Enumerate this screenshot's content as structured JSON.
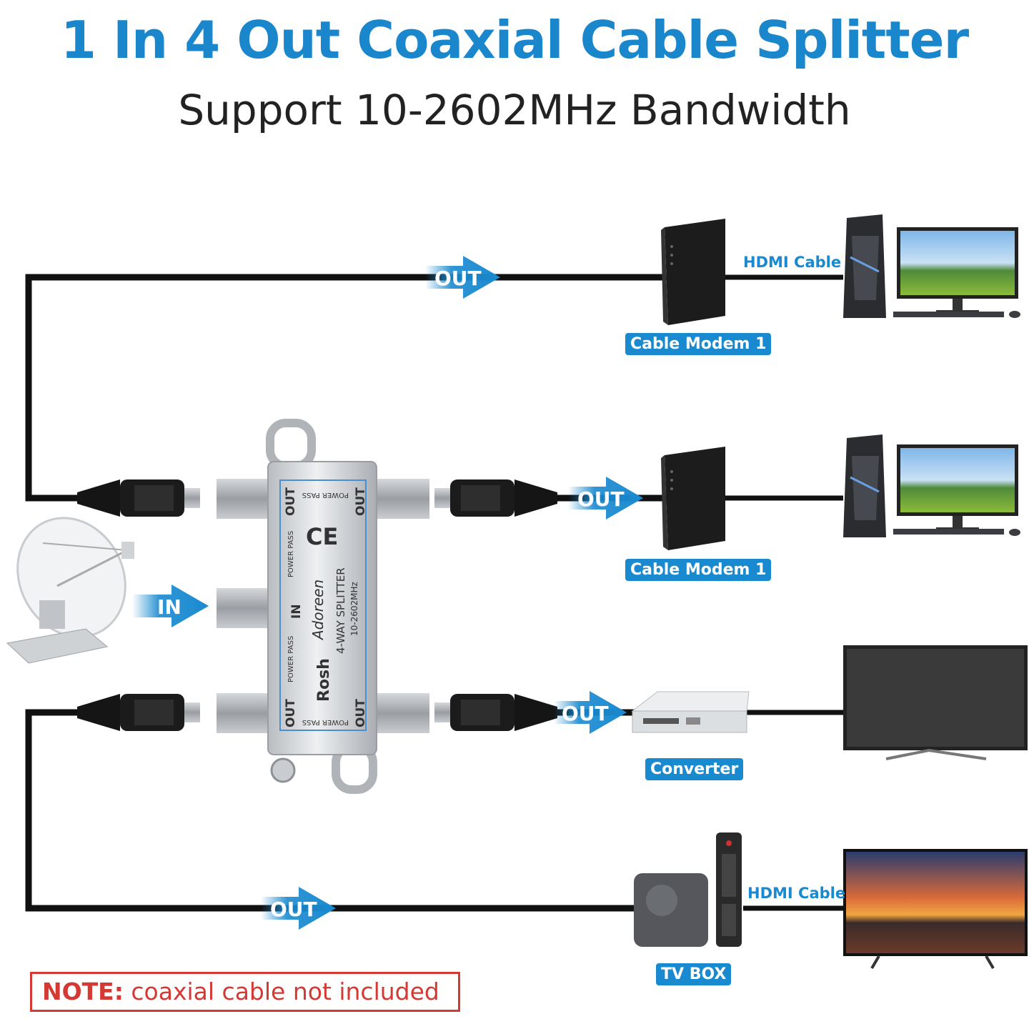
{
  "header": {
    "title": "1 In 4 Out Coaxial Cable Splitter",
    "subtitle": "Support 10-2602MHz Bandwidth"
  },
  "arrows": {
    "out_label": "OUT",
    "in_label": "IN"
  },
  "devices": {
    "modem_1": "Cable Modem 1",
    "modem_2": "Cable Modem 1",
    "converter": "Converter",
    "tv_box": "TV BOX"
  },
  "cables": {
    "hdmi_top": "HDMI Cable",
    "hdmi_bottom": "HDMI Cable"
  },
  "splitter": {
    "port_out": "OUT",
    "port_in": "IN",
    "power_pass": "POWER PASS",
    "ce_mark": "CE",
    "brand": "Adoreen",
    "model": "4-WAY SPLITTER",
    "range": "10-2602MHz",
    "rosh": "Rosh"
  },
  "note": {
    "prefix": "NOTE:",
    "text": " coaxial cable not included"
  },
  "colors": {
    "accent": "#1a86cc",
    "note_red": "#d43a33",
    "cable": "#111111"
  }
}
